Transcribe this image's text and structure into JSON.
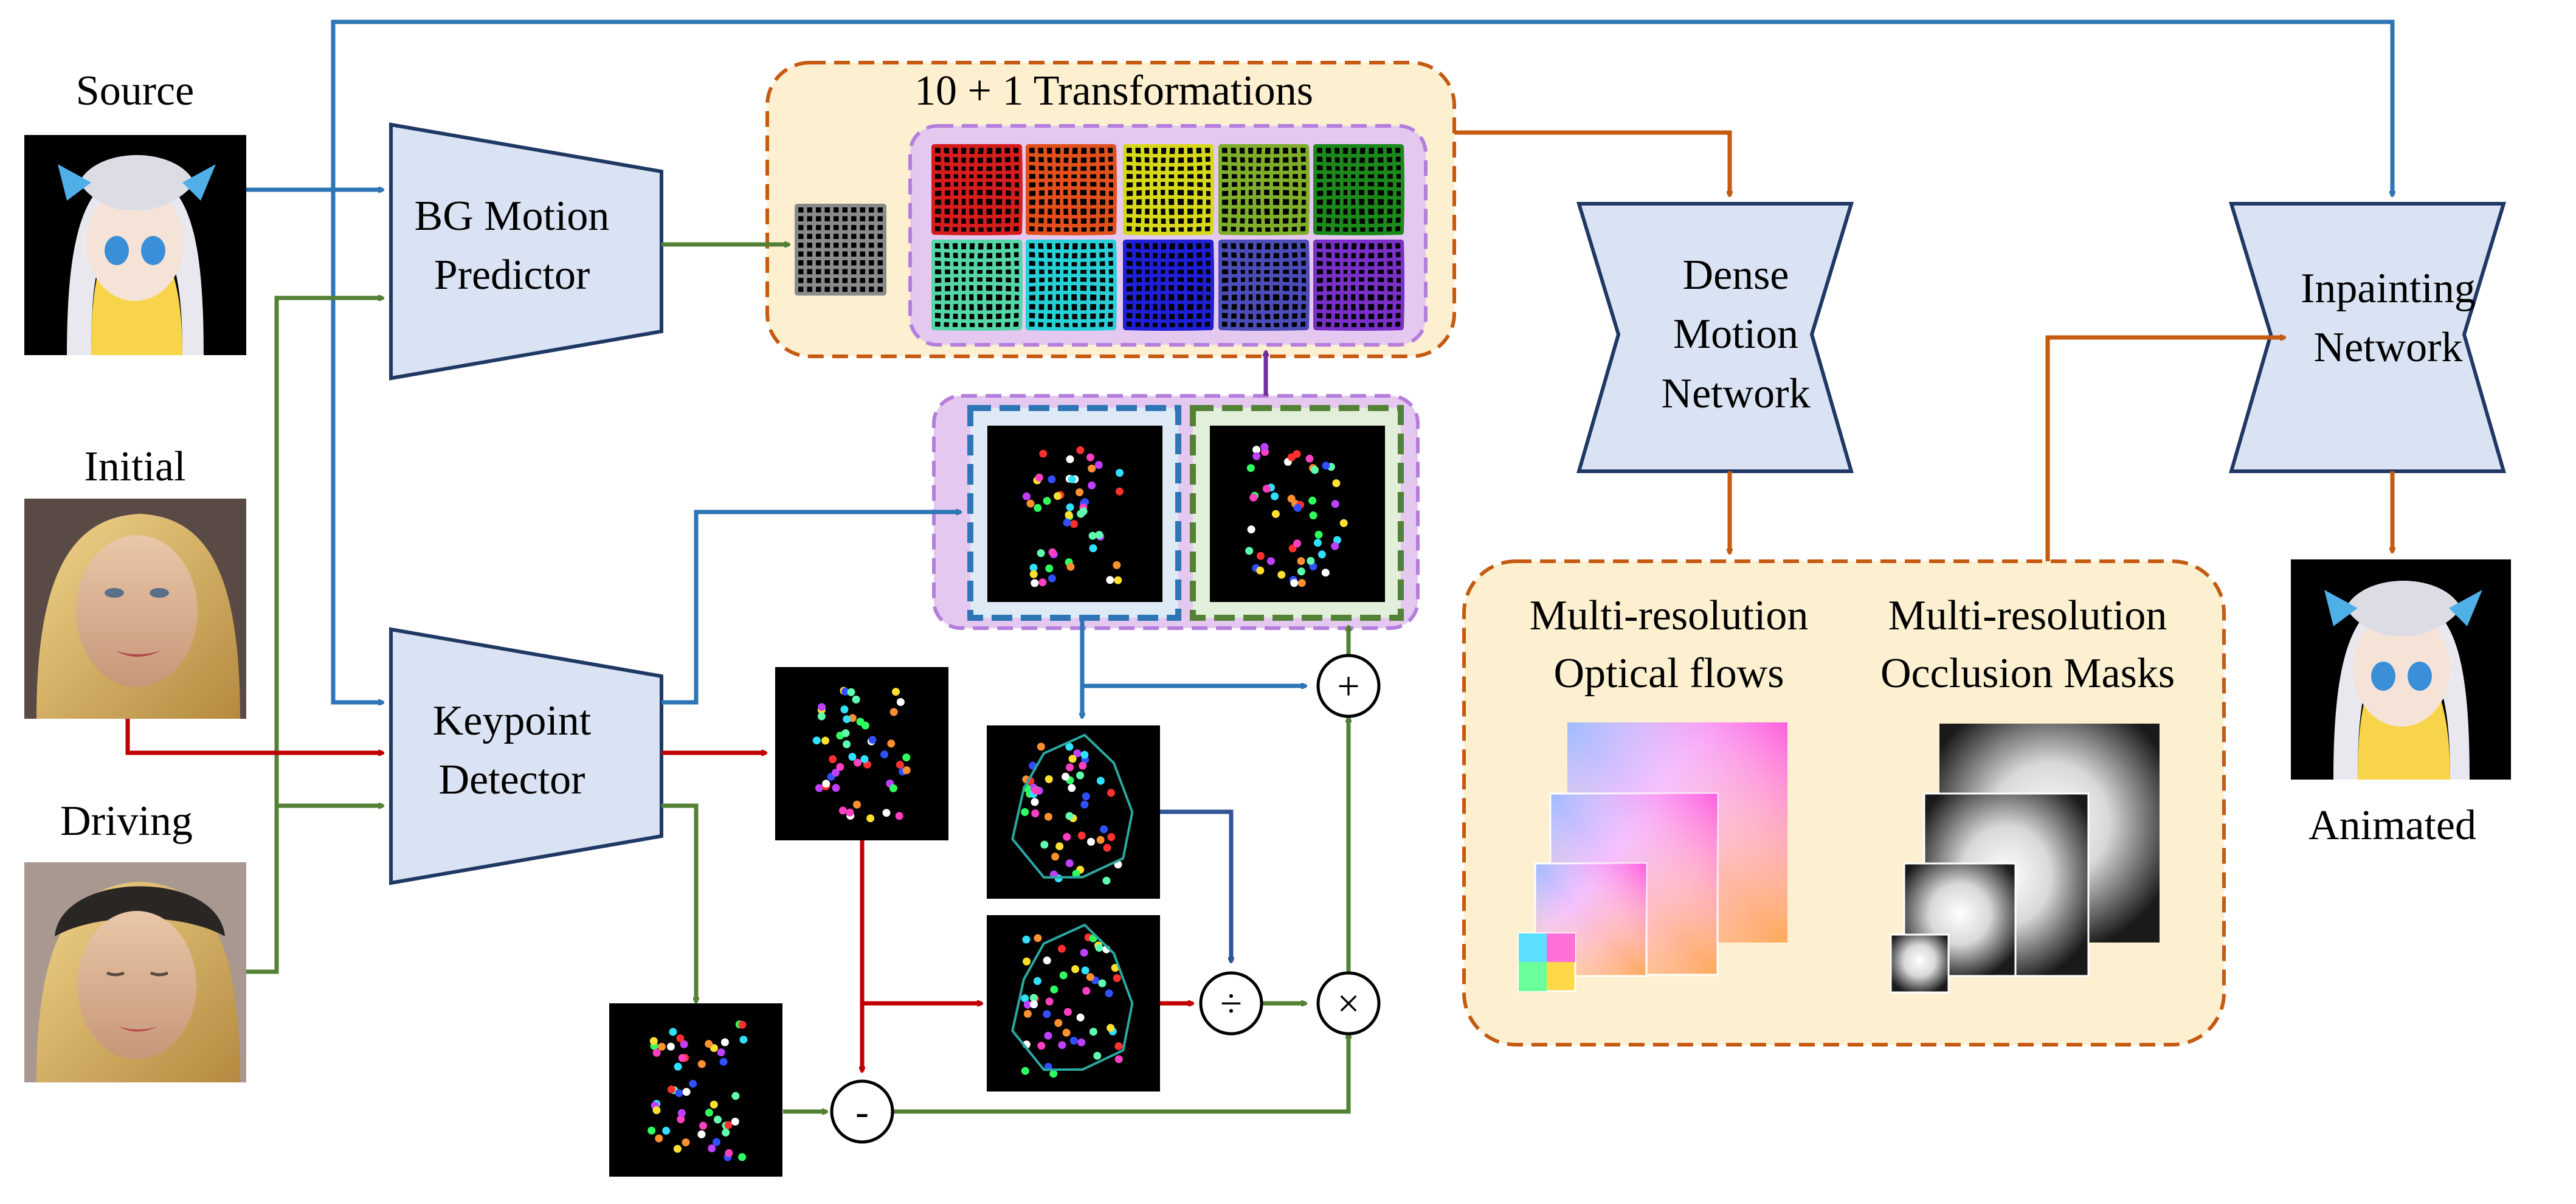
{
  "inputs": {
    "source_label": "Source",
    "initial_label": "Initial",
    "driving_label": "Driving"
  },
  "modules": {
    "bg_motion_line1": "BG Motion",
    "bg_motion_line2": "Predictor",
    "keypoint_line1": "Keypoint",
    "keypoint_line2": "Detector",
    "dense_line1": "Dense",
    "dense_line2": "Motion",
    "dense_line3": "Network",
    "inpaint_line1": "Inpainting",
    "inpaint_line2": "Network"
  },
  "transformations": {
    "title": "10 + 1 Transformations",
    "grid_colors": [
      "#d61c1c",
      "#e3501b",
      "#d8d81a",
      "#7fae2a",
      "#1b8a1b",
      "#55d6a8",
      "#27cfd6",
      "#1f1fd8",
      "#4c4cb8",
      "#7a2fc8"
    ],
    "bg_grid_color": "#8a8a8a"
  },
  "operators": {
    "plus": "+",
    "minus": "-",
    "divide": "÷",
    "times": "×"
  },
  "outputs": {
    "flows_line1": "Multi-resolution",
    "flows_line2": "Optical flows",
    "masks_line1": "Multi-resolution",
    "masks_line2": "Occlusion Masks",
    "animated_label": "Animated"
  },
  "colors": {
    "blue_arrow": "#2e75b6",
    "green_arrow": "#538135",
    "red_arrow": "#c00000",
    "orange_arrow": "#c55a11",
    "purple_arrow": "#7030a0",
    "module_fill": "#dae3f3",
    "module_stroke": "#1f3864",
    "orange_panel_fill": "#fdf0d0",
    "purple_panel_fill": "#e4c8f0"
  }
}
